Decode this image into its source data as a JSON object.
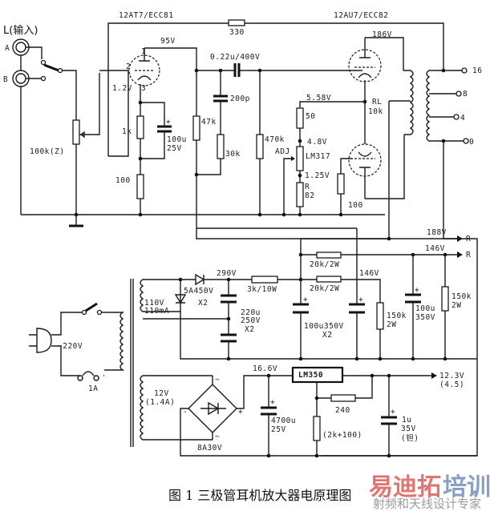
{
  "figure": {
    "caption": "图 1   三极管耳机放大器电原理图",
    "watermark": {
      "main_red": "易迪拓",
      "main_blue": "培训",
      "sub": "射频和天线设计专家",
      "red": "#d9534f",
      "blue": "#6b86b8"
    }
  },
  "input": {
    "title": "L(输入)",
    "jack_a": "A",
    "jack_b": "B",
    "volume_pot": "100k(Z)"
  },
  "tube1": {
    "type": "12AT7/ECC81",
    "plate_voltage": "95V",
    "cathode_voltage": "1.2V",
    "pin_plate": "1",
    "pin_grid": "2",
    "pin_cathode": "3"
  },
  "tube2": {
    "type": "12AU7/ECC82",
    "plate_voltage": "186V",
    "cathode_voltage": "5.58V"
  },
  "feedback_resistor": "330",
  "stage1": {
    "cathode_resistor": "1k",
    "bypass_cap": "100u",
    "bypass_cap_voltage": "25V",
    "cathode_lower_resistor": "100",
    "plate_resistor": "47k",
    "coupling_cap": "0.22u/400V",
    "comp_cap": "200p",
    "comp_resistor": "30k",
    "grid_resistor": "470k"
  },
  "ccs": {
    "resistor_top": "50",
    "node_voltage": "4.8V",
    "regulator": "LM317",
    "adj_label": "ADJ",
    "out_voltage": "1.25V",
    "r_label": "R",
    "r_value": "82",
    "grid_stopper": "100",
    "load_label": "RL",
    "load_value": "10k"
  },
  "output_taps": [
    "16",
    "8",
    "4",
    "0"
  ],
  "hv_supply": {
    "mains": "~220V",
    "fuse": "1A",
    "secondary": "110V",
    "secondary_current": "110mA",
    "diode": "5A450V",
    "diode_qty": "X2",
    "rect_voltage": "290V",
    "filter_cap": "220u",
    "filter_cap_voltage": "250V",
    "filter_cap_qty": "X2",
    "series_resistor": "3k/10W",
    "rail_r1": "20k/2W",
    "rail_r2": "20k/2W",
    "rail_voltage_a": "188V",
    "rail_voltage_b": "146V",
    "rail_voltage_c": "146V",
    "rail_out_label": "R",
    "smoothing_cap": "100u350V",
    "smoothing_qty": "X2",
    "bleeder_1": "150k",
    "bleeder_1_w": "2W",
    "cap_out": "100u",
    "cap_out_v": "350V",
    "bleeder_2": "150k",
    "bleeder_2_w": "2W"
  },
  "lv_supply": {
    "secondary": "12V",
    "secondary_current": "(1.4A)",
    "bridge": "8A30V",
    "bridge_ac": "~",
    "bridge_plus": "+",
    "bridge_minus": "-",
    "raw_voltage": "16.6V",
    "regulator": "LM350",
    "main_cap": "4700u",
    "main_cap_v": "25V",
    "r_top": "240",
    "r_bottom": "(2k+100)",
    "out_cap": "1u",
    "out_cap_v": "35V",
    "out_cap_type": "(钽)",
    "out_voltage": "12.3V",
    "out_note": "(4.5)"
  }
}
